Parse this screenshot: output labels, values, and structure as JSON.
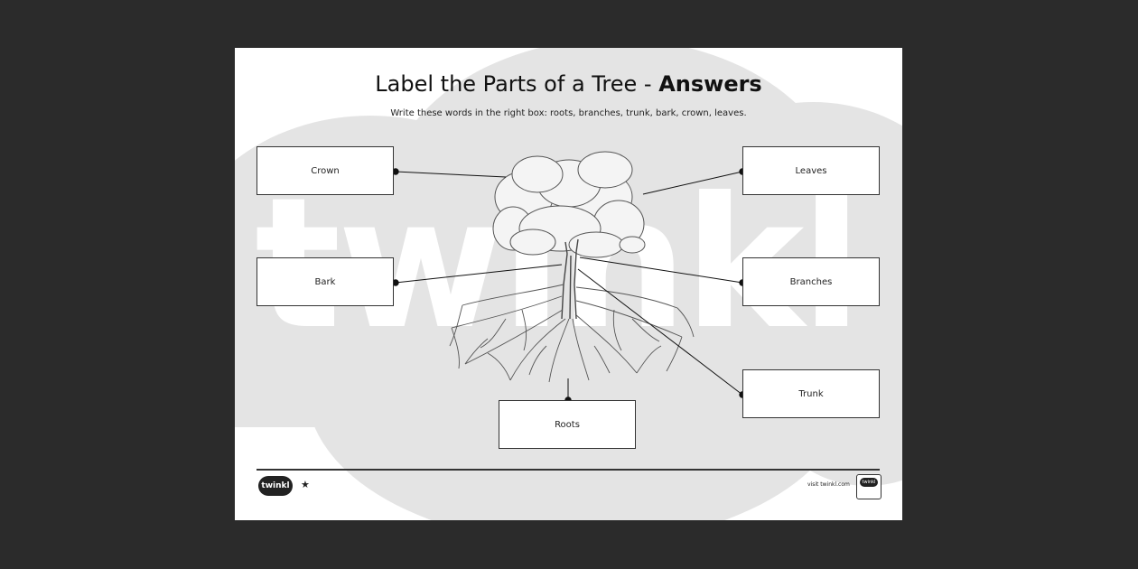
{
  "watermark": {
    "text": "twinkl"
  },
  "title": {
    "regular": "Label the Parts of a Tree - ",
    "bold": "Answers"
  },
  "instructions": "Write these words in the right box: roots, branches, trunk, bark, crown, leaves.",
  "labels": {
    "crown": "Crown",
    "leaves": "Leaves",
    "bark": "Bark",
    "branches": "Branches",
    "trunk": "Trunk",
    "roots": "Roots"
  },
  "footer": {
    "logo_text": "twinkl",
    "star_icon": "star-icon",
    "visit": "visit twinkl.com"
  },
  "colors": {
    "page_bg": "#2b2b2b",
    "sheet_bg": "#ffffff",
    "watermark": "#e4e4e4",
    "ink": "#222222"
  }
}
